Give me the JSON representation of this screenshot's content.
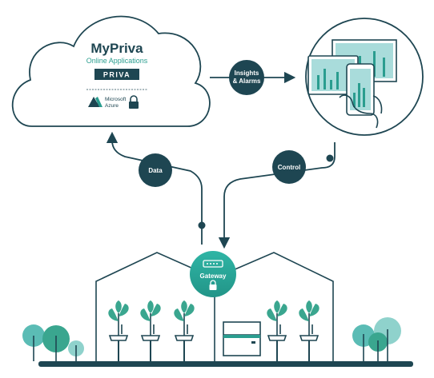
{
  "cloud": {
    "title": "MyPriva",
    "subtitle": "Online Applications",
    "brand": "PRIVA",
    "azure_line1": "Microsoft",
    "azure_line2": "Azure"
  },
  "badges": {
    "insights_line1": "Insights",
    "insights_line2": "& Alarms",
    "data": "Data",
    "control": "Control"
  },
  "gateway": {
    "label": "Gateway"
  },
  "colors": {
    "dark": "#1e4652",
    "teal": "#2a9d8f",
    "plant": "#3aa68f",
    "tree": "#5bbcb5",
    "screen": "#a9dcdb"
  },
  "icons": [
    "lock-icon",
    "azure-logo-icon",
    "gateway-device-icon",
    "hand-icon",
    "phone-icon",
    "laptop-icon",
    "tablet-icon"
  ]
}
